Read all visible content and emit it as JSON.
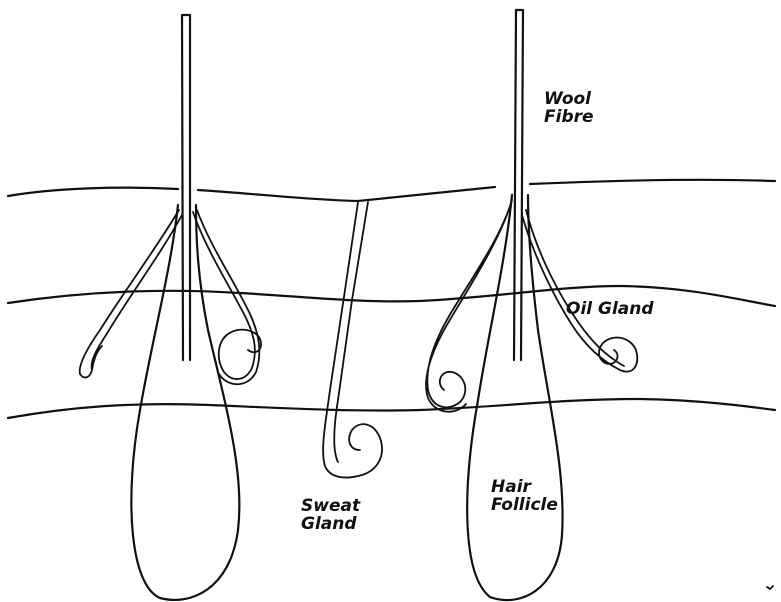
{
  "labels": {
    "wool_fibre": [
      "Wool",
      "Fibre"
    ],
    "oil_gland": [
      "Oil Gland"
    ],
    "sweat_gland": [
      "Sweat",
      "Gland"
    ],
    "hair_follicle": [
      "Hair",
      "Follicle"
    ]
  }
}
